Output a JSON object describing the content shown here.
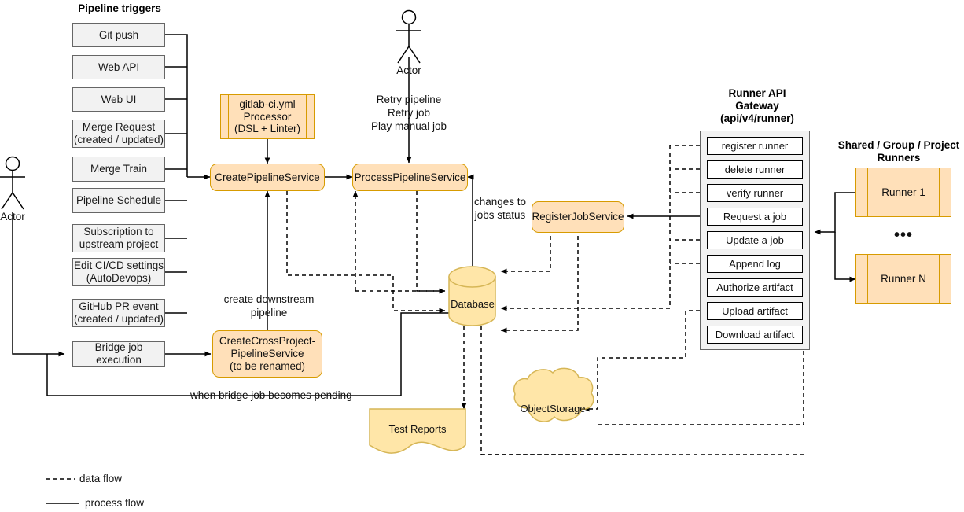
{
  "diagram": {
    "title_triggers": "Pipeline triggers",
    "title_gateway": "Runner API\nGateway\n(api/v4/runner)",
    "gateway_line1": "Runner API",
    "gateway_line2": "Gateway",
    "gateway_line3": "(api/v4/runner)",
    "title_runners_l1": "Shared / Group / Project",
    "title_runners_l2": "Runners"
  },
  "actors": [
    {
      "name": "actor-left",
      "label": "Actor"
    },
    {
      "name": "actor-top",
      "label": "Actor"
    }
  ],
  "triggers": [
    {
      "label": "Git push"
    },
    {
      "label": "Web API"
    },
    {
      "label": "Web UI"
    },
    {
      "label": "Merge Request\n(created / updated)",
      "l1": "Merge Request",
      "l2": "(created / updated)"
    },
    {
      "label": "Merge Train"
    },
    {
      "label": "Pipeline Schedule"
    },
    {
      "label": "Subscription to\nupstream project",
      "l1": "Subscription to",
      "l2": "upstream project"
    },
    {
      "label": "Edit CI/CD settings\n(AutoDevops)",
      "l1": "Edit CI/CD settings",
      "l2": "(AutoDevops)"
    },
    {
      "label": "GitHub PR event\n(created / updated)",
      "l1": "GitHub PR event",
      "l2": "(created / updated)"
    },
    {
      "label": "Bridge job execution"
    }
  ],
  "services": {
    "processor_l1": "gitlab-ci.yml",
    "processor_l2": "Processor",
    "processor_l3": "(DSL + Linter)",
    "create_pipeline": "CreatePipelineService",
    "process_pipeline": "ProcessPipelineService",
    "register_job": "RegisterJobService",
    "cross_l1": "CreateCrossProject-",
    "cross_l2": "PipelineService",
    "cross_l3": "(to be renamed)"
  },
  "stores": {
    "database": "Database",
    "test_reports": "Test Reports",
    "object_storage": "ObjectStorage"
  },
  "edge_labels": {
    "retry_l1": "Retry pipeline",
    "retry_l2": "Retry job",
    "retry_l3": "Play manual job",
    "changes_l1": "changes to",
    "changes_l2": "jobs status",
    "downstream_l1": "create downstream",
    "downstream_l2": "pipeline",
    "bridge_pending": "when bridge job becomes pending"
  },
  "gateway_endpoints": [
    {
      "label": "register runner"
    },
    {
      "label": "delete runner"
    },
    {
      "label": "verify runner"
    },
    {
      "label": "Request a job"
    },
    {
      "label": "Update a job"
    },
    {
      "label": "Append log"
    },
    {
      "label": "Authorize artifact"
    },
    {
      "label": "Upload artifact"
    },
    {
      "label": "Download artifact"
    }
  ],
  "runners": [
    {
      "label": "Runner 1"
    },
    {
      "label": "•••",
      "type": "ellipsis"
    },
    {
      "label": "Runner N"
    }
  ],
  "legend": [
    {
      "label": "data flow",
      "style": "dashed"
    },
    {
      "label": "process flow",
      "style": "solid"
    }
  ],
  "colors": {
    "service_fill": "#ffe0b9",
    "service_stroke": "#d79b00",
    "store_fill": "#ffe6a8",
    "store_stroke": "#d6b656",
    "trigger_fill": "#f2f2f2",
    "trigger_stroke": "#666666",
    "panel_fill": "#f2f2f2",
    "line": "#000000"
  }
}
